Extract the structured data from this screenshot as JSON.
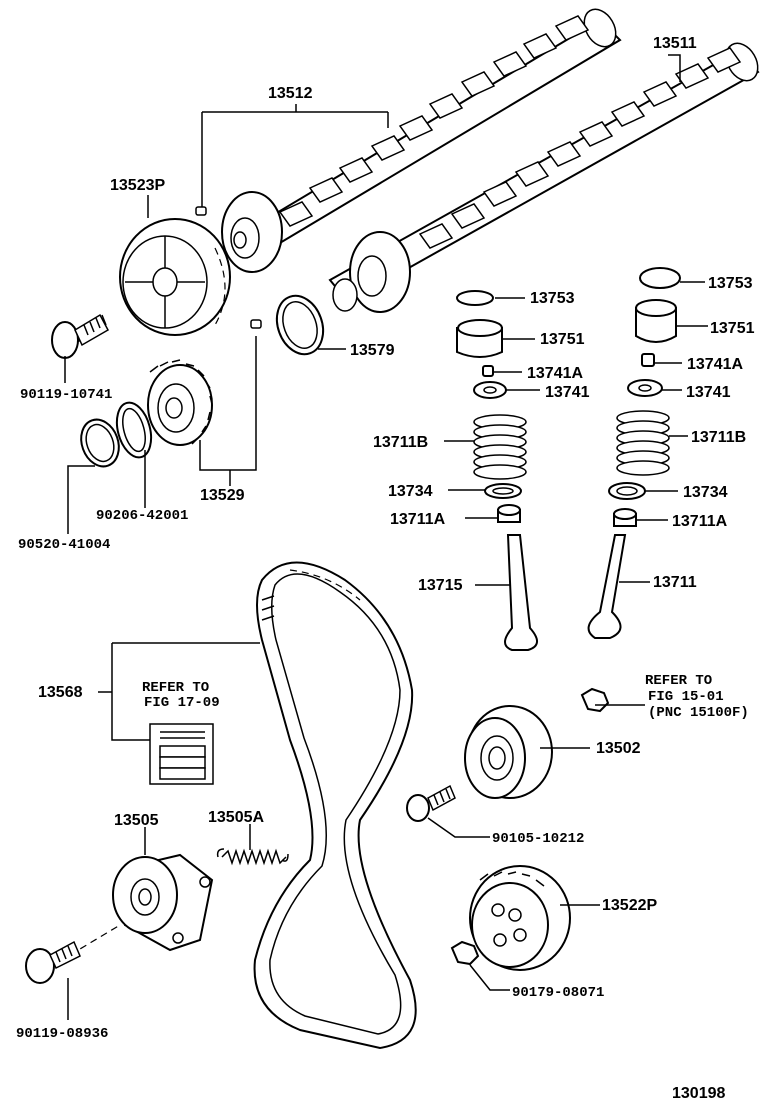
{
  "diagram_id": "130198",
  "parts": {
    "p13511": "13511",
    "p13512": "13512",
    "p13523P": "13523P",
    "p90119_10741": "90119-10741",
    "p13579": "13579",
    "p13529": "13529",
    "p90206_42001": "90206-42001",
    "p90520_41004": "90520-41004",
    "p13753_a": "13753",
    "p13751_a": "13751",
    "p13741A_a": "13741A",
    "p13741_a": "13741",
    "p13711B_a": "13711B",
    "p13734_a": "13734",
    "p13711A_a": "13711A",
    "p13715": "13715",
    "p13753_b": "13753",
    "p13751_b": "13751",
    "p13741A_b": "13741A",
    "p13741_b": "13741",
    "p13711B_b": "13711B",
    "p13734_b": "13734",
    "p13711A_b": "13711A",
    "p13711": "13711",
    "p13568": "13568",
    "p13502": "13502",
    "p90105_10212": "90105-10212",
    "p13505": "13505",
    "p13505A": "13505A",
    "p13522P": "13522P",
    "p90179_08071": "90179-08071",
    "p90119_08936": "90119-08936"
  },
  "refer_fig17": {
    "line1": "REFER TO",
    "line2": "FIG 17-09"
  },
  "refer_fig15": {
    "line1": "REFER TO",
    "line2": "FIG 15-01",
    "line3": "(PNC 15100F)"
  }
}
